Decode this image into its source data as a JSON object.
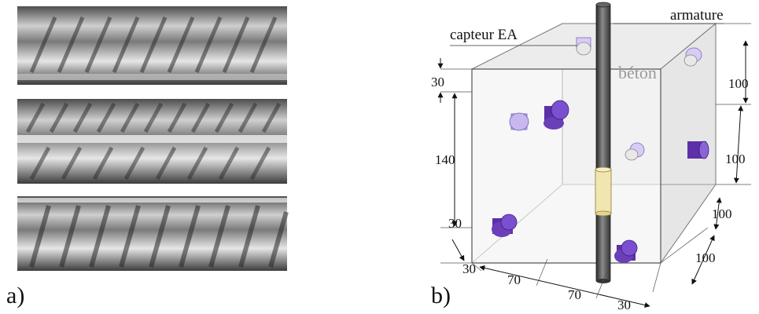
{
  "panel_a": {
    "label": "a)",
    "photos": [
      "rebar-photo-1",
      "rebar-photo-2",
      "rebar-photo-3"
    ]
  },
  "panel_b": {
    "label": "b)",
    "labels": {
      "sensor": "capteur EA",
      "rebar": "armature",
      "concrete": "béton"
    },
    "dimensions": {
      "left_top": "30",
      "left_mid": "140",
      "left_bottom": "30",
      "right_upper": "100",
      "right_lower": "100",
      "right_depth1": "100",
      "right_depth2": "100",
      "bottom_1": "30",
      "bottom_2": "70",
      "bottom_3": "70",
      "bottom_4": "30"
    },
    "colors": {
      "sensor_dark": "#6a3fb8",
      "sensor_light": "#c9b8f0",
      "rebar": "#4a4a4a",
      "sleeve": "#f2e6b0",
      "cube_fill": "#eeeeee"
    }
  }
}
